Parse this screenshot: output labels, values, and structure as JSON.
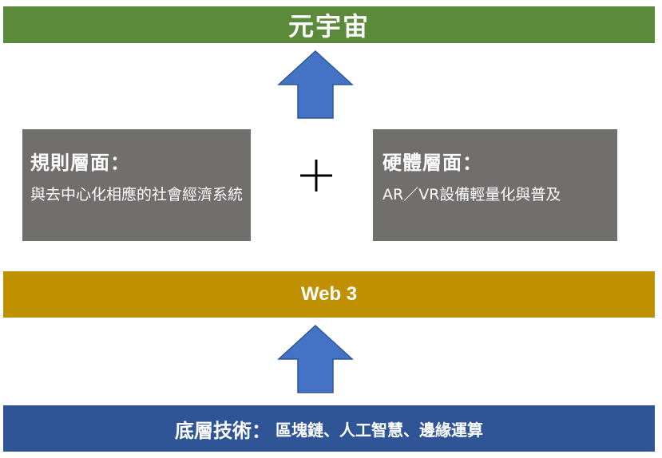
{
  "top_band": {
    "label": "元宇宙",
    "color": "#5a8a3a"
  },
  "middle_band": {
    "label": "Web 3",
    "color": "#bf9000"
  },
  "bottom_band": {
    "title": "底層技術：",
    "detail": "區塊鏈、人工智慧、邊緣運算",
    "color": "#2f5597"
  },
  "left_box": {
    "title": "規則層面：",
    "text": "與去中心化相應的社會經濟系統",
    "color": "#716e6e"
  },
  "right_box": {
    "title": "硬體層面：",
    "text": "AR／VR設備輕量化與普及",
    "color": "#716e6e"
  },
  "connector": {
    "icon": "plus-icon"
  },
  "arrows": [
    {
      "icon": "up-arrow-icon",
      "color": "#4472c4"
    },
    {
      "icon": "up-arrow-icon",
      "color": "#4472c4"
    }
  ]
}
